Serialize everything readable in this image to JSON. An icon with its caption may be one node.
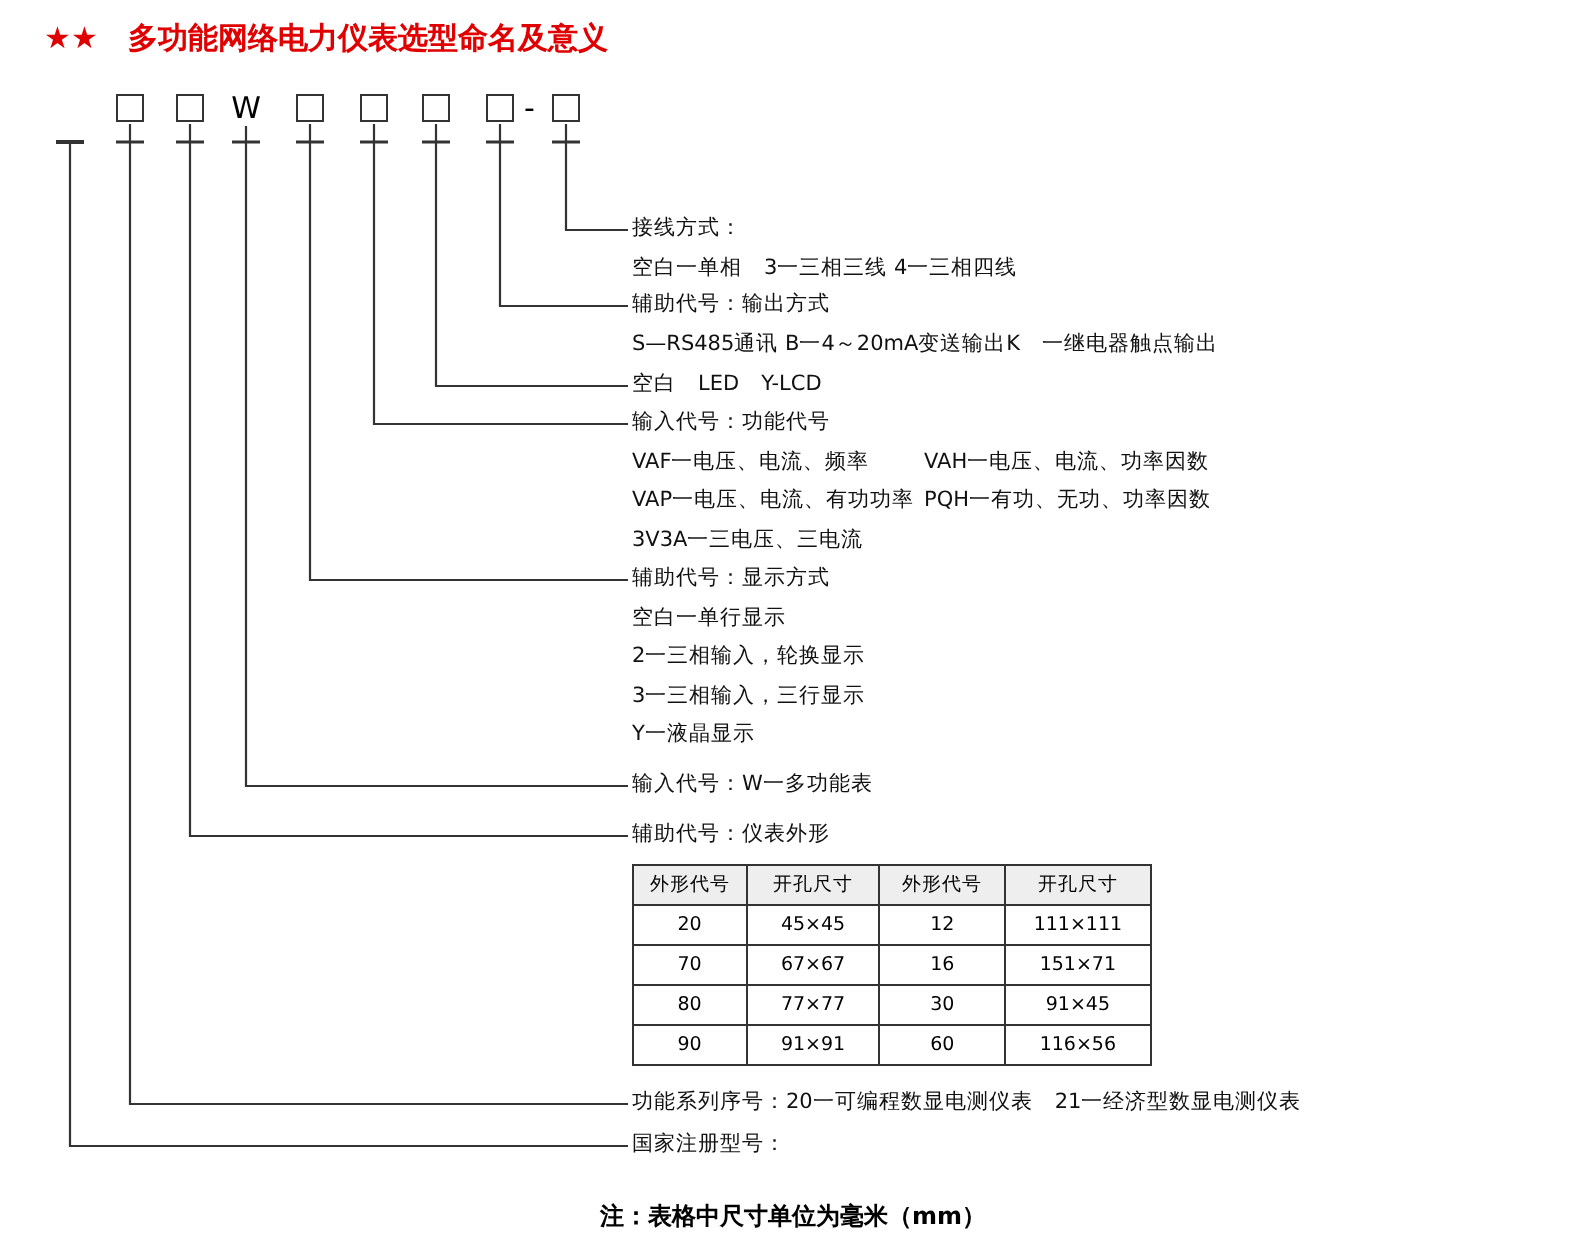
{
  "diagram": {
    "title": "★★　多功能网络电力仪表选型命名及意义",
    "nodes": [
      {
        "text": [],
        "shape": "bar"
      },
      {
        "text": [],
        "shape": "box"
      },
      {
        "text": [],
        "shape": "box"
      },
      {
        "text": [
          "W"
        ]
      },
      {
        "text": [],
        "shape": "box"
      },
      {
        "text": [],
        "shape": "box"
      },
      {
        "text": [],
        "shape": "box"
      },
      {
        "text": [],
        "shape": "box"
      },
      {
        "text": [],
        "shape": "box"
      },
      {
        "text": [
          "接线方式：",
          "空白一单相　3一三相三线 4一三相四线"
        ]
      },
      {
        "text": [
          "辅助代号：输出方式",
          "S—RS485通讯 B一4～20mA变送输出K　一继电器触点输出"
        ]
      },
      {
        "text": [
          "空白　LED　Y-LCD"
        ]
      },
      {
        "text": [
          "输入代号：功能代号",
          "VAF一电压、电流、频率",
          "VAH一电压、电流、功率因数",
          "VAP一电压、电流、有功功率",
          "PQH一有功、无功、功率因数",
          "3V3A一三电压、三电流"
        ]
      },
      {
        "text": [
          "辅助代号：显示方式",
          "空白一单行显示",
          "2一三相输入，轮换显示",
          "3一三相输入，三行显示",
          "Y一液晶显示"
        ]
      },
      {
        "text": [
          "输入代号：W一多功能表"
        ]
      },
      {
        "text": [
          "辅助代号：仪表外形"
        ]
      },
      {
        "text": [
          "功能系列序号：20一可编程数显电测仪表　21一经济型数显电测仪表"
        ]
      },
      {
        "text": [
          "国家注册型号："
        ]
      }
    ],
    "edges": [
      {
        "from": 8,
        "to": 9,
        "arrow": "none"
      },
      {
        "from": 7,
        "to": 10,
        "arrow": "none"
      },
      {
        "from": 6,
        "to": 11,
        "arrow": "none"
      },
      {
        "from": 5,
        "to": 12,
        "arrow": "none"
      },
      {
        "from": 4,
        "to": 13,
        "arrow": "none"
      },
      {
        "from": 3,
        "to": 14,
        "arrow": "none"
      },
      {
        "from": 2,
        "to": 15,
        "arrow": "none"
      },
      {
        "from": 1,
        "to": 16,
        "arrow": "none"
      },
      {
        "from": 0,
        "to": 17,
        "arrow": "none"
      }
    ],
    "labels": [
      "-",
      "外形代号",
      "开孔尺寸",
      "外形代号",
      "开孔尺寸",
      "20",
      "45×45",
      "12",
      "111×111",
      "70",
      "67×67",
      "16",
      "151×71",
      "80",
      "77×77",
      "30",
      "91×45",
      "90",
      "91×91",
      "60",
      "116×56",
      "注：表格中尺寸单位为毫米（mm）"
    ]
  }
}
